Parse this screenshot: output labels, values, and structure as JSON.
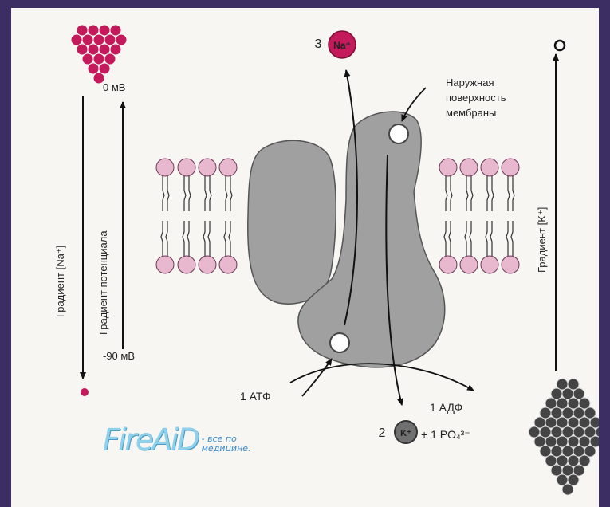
{
  "labels": {
    "zero_mv": "0 мВ",
    "minus90_mv": "-90 мВ",
    "na_gradient": "Градиент [Na⁺]",
    "potential_gradient": "Градиент потенциала",
    "k_gradient": "Градиент [K⁺]",
    "outer_surface": "Наружная поверхность мембраны",
    "na_count": "3",
    "na_ion": "Na⁺",
    "atp": "1 АТФ",
    "adp": "1 АДФ",
    "k_count": "2",
    "k_ion": "K⁺",
    "phosphate": "+ 1 PO₄³⁻"
  },
  "watermark": {
    "main": "FireAiD",
    "sub_line1": "- все по",
    "sub_line2": "медицине."
  },
  "colors": {
    "frame": "#3c2e63",
    "sodium": "#c4195a",
    "lipid_head": "#e8b8cf",
    "protein": "#a0a0a0",
    "potassium": "#707070"
  }
}
